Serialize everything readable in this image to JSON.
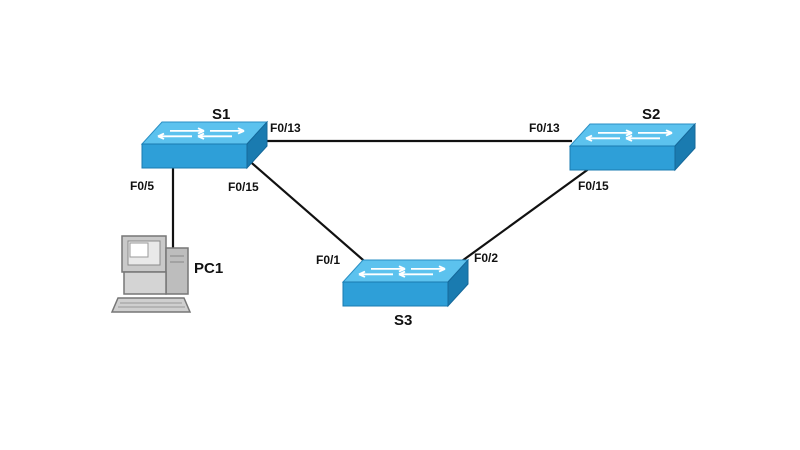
{
  "colors": {
    "switch_top": "#5cc2ee",
    "switch_front": "#2e9fd8",
    "switch_side": "#1a7bb0",
    "link": "#111111",
    "pc_body": "#c9c9c9",
    "pc_dark": "#777777"
  },
  "devices": {
    "s1": {
      "label": "S1"
    },
    "s2": {
      "label": "S2"
    },
    "s3": {
      "label": "S3"
    },
    "pc1": {
      "label": "PC1"
    }
  },
  "ports": {
    "s1_s2": "F0/13",
    "s2_s1": "F0/13",
    "s1_s3": "F0/15",
    "s1_pc": "F0/5",
    "s2_s3": "F0/15",
    "s3_s1": "F0/1",
    "s3_s2": "F0/2"
  }
}
